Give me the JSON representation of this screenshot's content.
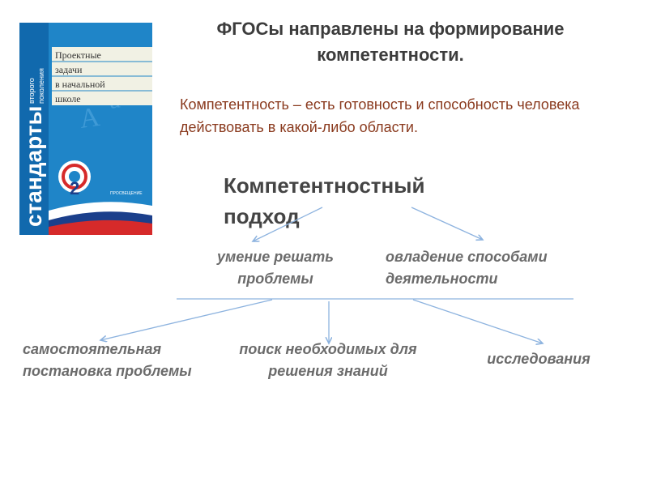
{
  "slide": {
    "title": "ФГОСы направлены на формирование компетентности.",
    "definition": "Компетентность – есть готовность и способность человека действовать в какой-либо области.",
    "approach": "Компетентностный подход",
    "branches": [
      "умение решать проблемы",
      "овладение способами деятельности"
    ],
    "sub_branches": [
      "самостоятельная постановка проблемы",
      "поиск необходимых для решения знаний",
      "исследования"
    ]
  },
  "book": {
    "series": "стандарты",
    "series_sub_1": "второго",
    "series_sub_2": "поколения",
    "title_lines": [
      "Проектные",
      "задачи",
      "в начальной",
      "школе"
    ],
    "publisher": "ПРОСВЕЩЕНИЕ",
    "colors": {
      "cover_blue": "#1f85c8",
      "spine_blue": "#1169ad",
      "label_bg": "#f1f1e4",
      "stripe_red": "#d62a2a",
      "stripe_navy": "#1b3f8b"
    }
  },
  "colors": {
    "title": "#3c3c3c",
    "definition": "#8a3a1e",
    "node_text": "#6b6b6b",
    "connector": "#8db3df"
  }
}
